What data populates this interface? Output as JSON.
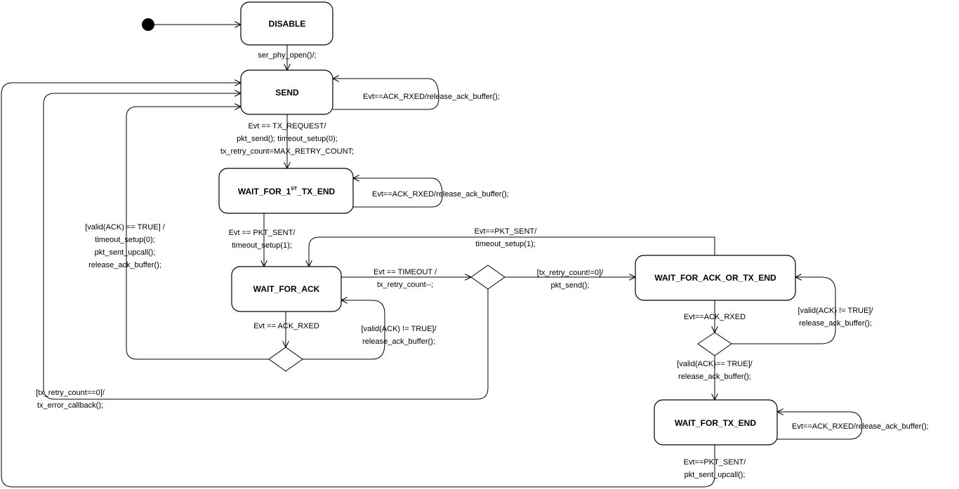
{
  "states": {
    "disable": "DISABLE",
    "send": "SEND",
    "wait_first_tx_end": {
      "prefix": "WAIT_FOR_1",
      "sup": "ST",
      "suffix": "_TX_END"
    },
    "wait_for_ack": "WAIT_FOR_ACK",
    "wait_for_ack_or_tx_end": "WAIT_FOR_ACK_OR_TX_END",
    "wait_for_tx_end": "WAIT_FOR_TX_END"
  },
  "transitions": {
    "init_to_send": [
      "ser_phy_open()/;"
    ],
    "send_self": [
      "Evt==ACK_RXED/release_ack_buffer();"
    ],
    "send_to_wait1": [
      "Evt == TX_REQUEST/",
      "pkt_send(); timeout_setup(0);",
      "tx_retry_count=MAX_RETRY_COUNT;"
    ],
    "wait1_self": [
      "Evt==ACK_RXED/release_ack_buffer();"
    ],
    "wait1_to_waitack": [
      "Evt == PKT_SENT/",
      "timeout_setup(1);"
    ],
    "waitackortx_to_waitack": [
      "Evt==PKT_SENT/",
      "timeout_setup(1);"
    ],
    "waitack_to_choice": [
      "Evt == TIMEOUT /",
      "tx_retry_count--;"
    ],
    "choice_to_waitackortx": [
      "[tx_retry_count!=0]/",
      "pkt_send();"
    ],
    "waitack_to_choice2": [
      "Evt == ACK_RXED"
    ],
    "choice2_invalid": [
      "[valid(ACK) != TRUE]/",
      "release_ack_buffer();"
    ],
    "choice2_valid_to_send": [
      "[valid(ACK) == TRUE] /",
      "timeout_setup(0);",
      "pkt_sent_upcall();",
      "release_ack_buffer();"
    ],
    "retry_zero_to_send": [
      "[tx_retry_count==0]/",
      "tx_error_callback();"
    ],
    "waitackortx_to_choice3": [
      "Evt==ACK_RXED"
    ],
    "choice3_invalid": [
      "[valid(ACK) != TRUE]/",
      "release_ack_buffer();"
    ],
    "choice3_valid": [
      "[valid(ACK)== TRUE]/",
      "release_ack_buffer();"
    ],
    "waittxend_self": [
      "Evt==ACK_RXED/release_ack_buffer();"
    ],
    "waittxend_to_send": [
      "Evt==PKT_SENT/",
      "pkt_sent_upcall();"
    ]
  }
}
